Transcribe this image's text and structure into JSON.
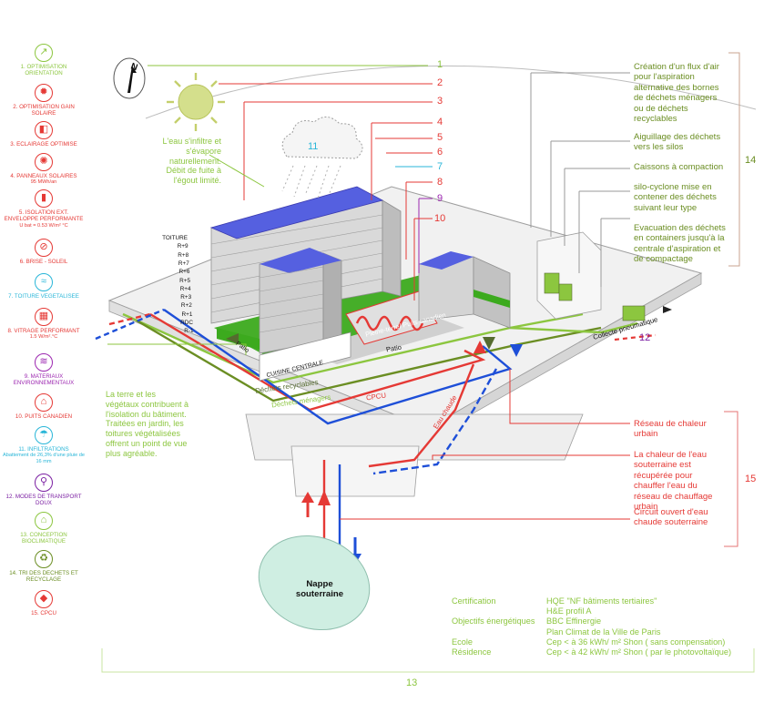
{
  "legend": [
    {
      "label": "1. OPTIMISATION ORIENTATION",
      "sub": "",
      "color": "#8cc63f",
      "icon": "compass-icon",
      "glyph": "↗"
    },
    {
      "label": "2. OPTIMISATION GAIN SOLAIRE",
      "sub": "",
      "color": "#e53935",
      "icon": "sun-gain-icon",
      "glyph": "✹"
    },
    {
      "label": "3. ECLAIRAGE OPTIMISE",
      "sub": "",
      "color": "#e53935",
      "icon": "lighting-icon",
      "glyph": "◧"
    },
    {
      "label": "4. PANNEAUX SOLAIRES",
      "sub": "95 MWh/an",
      "color": "#e53935",
      "icon": "solar-panel-icon",
      "glyph": "✺"
    },
    {
      "label": "5. ISOLATION EXT. ENVELOPPE PERFORMANTE",
      "sub": "U bat = 0.53 W/m² °C",
      "color": "#e53935",
      "icon": "insulation-icon",
      "glyph": "▮"
    },
    {
      "label": "6. BRISE - SOLEIL",
      "sub": "",
      "color": "#e53935",
      "icon": "brise-soleil-icon",
      "glyph": "⊘"
    },
    {
      "label": "7. TOITURE VEGETALISEE",
      "sub": "",
      "color": "#29b6d8",
      "icon": "green-roof-icon",
      "glyph": "≈"
    },
    {
      "label": "8. VITRAGE PERFORMANT",
      "sub": "1.5 W/m².°C",
      "color": "#e53935",
      "icon": "glazing-icon",
      "glyph": "▦"
    },
    {
      "label": "9. MATERIAUX ENVIRONNEMENTAUX",
      "sub": "",
      "color": "#9c27b0",
      "icon": "materials-icon",
      "glyph": "≋"
    },
    {
      "label": "10. PUITS CANADIEN",
      "sub": "",
      "color": "#e53935",
      "icon": "canadian-well-icon",
      "glyph": "⌂"
    },
    {
      "label": "11. INFILTRATIONS",
      "sub": "Abattement de 26,3% d'une pluie de 16 mm",
      "color": "#29b6d8",
      "icon": "infiltration-icon",
      "glyph": "☂"
    },
    {
      "label": "12. MODES DE TRANSPORT DOUX",
      "sub": "",
      "color": "#7b1fa2",
      "icon": "bicycle-icon",
      "glyph": "⚲"
    },
    {
      "label": "13. CONCEPTION BIOCLIMATIQUE",
      "sub": "",
      "color": "#8cc63f",
      "icon": "bioclimatic-icon",
      "glyph": "⌂"
    },
    {
      "label": "14. TRI DES DECHETS ET RECYCLAGE",
      "sub": "",
      "color": "#6b8e23",
      "icon": "recycling-icon",
      "glyph": "♻"
    },
    {
      "label": "15. CPCU",
      "sub": "",
      "color": "#e53935",
      "icon": "cpcu-icon",
      "glyph": "◆"
    }
  ],
  "north": "N",
  "numbers": {
    "n1": "1",
    "n2": "2",
    "n3": "3",
    "n4": "4",
    "n5": "5",
    "n6": "6",
    "n7": "7",
    "n8": "8",
    "n9": "9",
    "n10": "10",
    "n11": "11",
    "n12": "12",
    "n13": "13",
    "n14": "14",
    "n15": "15"
  },
  "rain_text": "L'eau s'infiltre et s'évapore naturellement. Débit de fuite à l'égout limité.",
  "vegetation_text": "La terre et les végétaux contribuent à l'isolation du bâtiment. Traitées en jardin, les toitures végétalisées offrent un point de vue plus agréable.",
  "waste_notes": {
    "flux": "Création d'un flux d'air pour l'aspiration alternative des bornes de déchets ménagers ou de déchets recyclables",
    "aiguillage": "Aiguillage des déchets vers les silos",
    "caissons": "Caissons à compaction",
    "silo": "silo-cyclone mise en contener des déchets suivant leur type",
    "evacuation": "Evacuation des déchets en containers jusqu'à la centrale d'aspiration et de compactage"
  },
  "heat_notes": {
    "reseau": "Réseau de chaleur urbain",
    "chaleur": "La chaleur de l'eau souterraine est récupérée pour chauffer l'eau du réseau de chauffage urbain",
    "circuit": "Circuit ouvert d'eau chaude souterraine"
  },
  "floors": [
    "TOITURE",
    "R+9",
    "R+8",
    "R+7",
    "R+6",
    "R+5",
    "R+4",
    "R+3",
    "R+2",
    "R+1",
    "RDC",
    "R-1"
  ],
  "site_labels": {
    "cuisine": "CUISINE CENTRALE",
    "dechets_recyclables": "Déchets recyclables",
    "dechets_menagers": "Déchets ménagers",
    "cpcu": "CPCU",
    "eau_chaude": "Eau chaude",
    "collecte": "Collecte pneumatique",
    "patio": "Patio",
    "puits": "Pleine-terre/ Puits canadien",
    "patio_side": "Patio",
    "nappe": "Nappe souterraine"
  },
  "info": [
    {
      "k": "Certification",
      "v": "HQE   \"NF bâtiments tertiaires\""
    },
    {
      "k": "",
      "v": "H&E   profil A"
    },
    {
      "k": "Objectifs énergétiques",
      "v": "BBC Effinergie"
    },
    {
      "k": "",
      "v": "Plan Climat de la Ville de Paris"
    },
    {
      "k": "Ecole",
      "v": "Cep < à 36 kWh/ m² Shon ( sans compensation)"
    },
    {
      "k": "Résidence",
      "v": "Cep < à 42 kWh/ m² Shon ( par le photovoltaïque)"
    }
  ],
  "colors": {
    "green": "#8cc63f",
    "red": "#e53935",
    "blue": "#1e4fd8",
    "cyan": "#29b6d8",
    "purple": "#9c27b0",
    "dark_green": "#556b2f",
    "roof": "#5560e0",
    "veg": "#3caa1e"
  }
}
